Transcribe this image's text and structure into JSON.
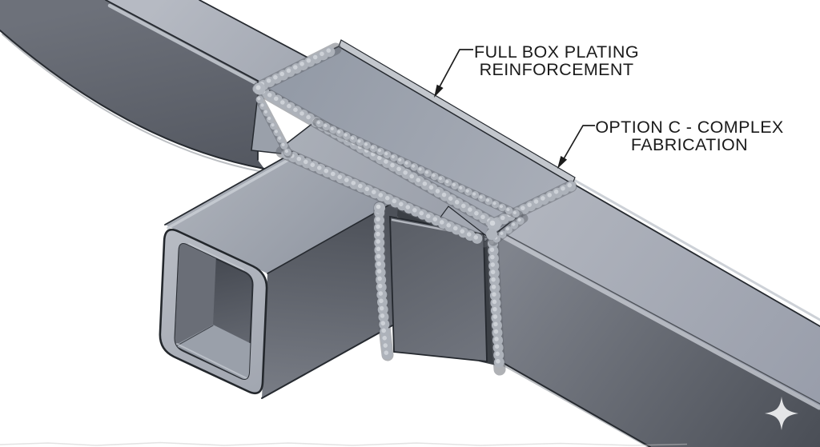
{
  "figure": {
    "background": "#ffffff",
    "kind": "isometric-cad-weldment-illustration"
  },
  "callouts": {
    "callout1": {
      "line1": "FULL BOX PLATING",
      "line2": "REINFORCEMENT"
    },
    "callout2": {
      "line1": "OPTION C - COMPLEX",
      "line2": "FABRICATION"
    }
  },
  "colors": {
    "annotation_text": "#1a1a1a",
    "leader_line": "#1c1c1c",
    "edge_outline": "#262a30",
    "beam_top_face": "#aab0ba",
    "beam_front_face": "#555962",
    "reinforcement_plate_top": "#a2a7b2",
    "weld_bead": "#adb2ba",
    "tube_interior": "#42464e",
    "watermark": "#ecedee",
    "background": "#ffffff"
  },
  "watermark": {
    "icon": "sparkle"
  }
}
